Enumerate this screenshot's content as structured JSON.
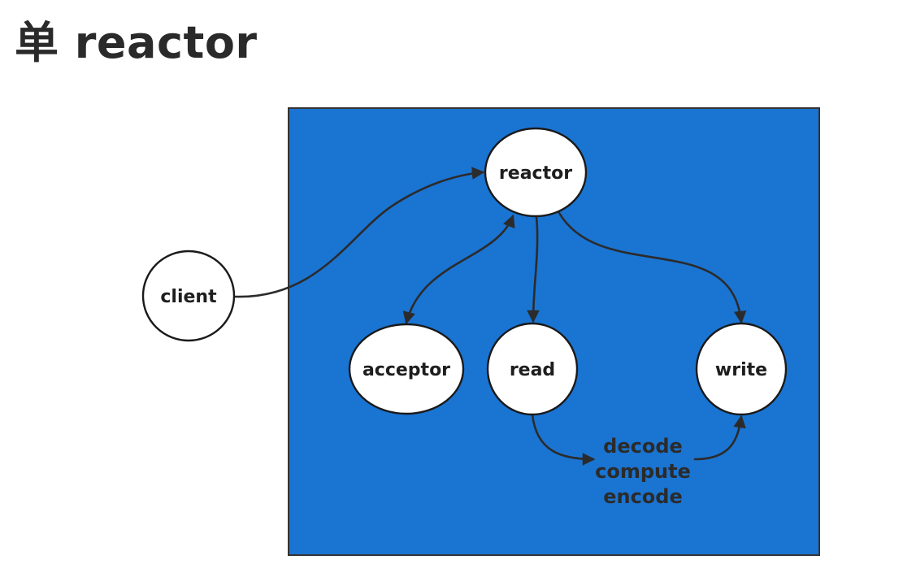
{
  "title": "单 reactor",
  "colors": {
    "container_fill": "#1a74d2",
    "container_border": "#333333",
    "node_fill": "#ffffff",
    "edge": "#2b2b2b"
  },
  "nodes": {
    "reactor": "reactor",
    "client": "client",
    "acceptor": "acceptor",
    "read": "read",
    "write": "write"
  },
  "process_steps": [
    "decode",
    "compute",
    "encode"
  ],
  "edges": [
    {
      "from": "client",
      "to": "reactor",
      "direction": "forward"
    },
    {
      "from": "reactor",
      "to": "acceptor",
      "direction": "both"
    },
    {
      "from": "reactor",
      "to": "read",
      "direction": "forward"
    },
    {
      "from": "reactor",
      "to": "write",
      "direction": "forward"
    },
    {
      "from": "read",
      "to": "process_steps",
      "direction": "forward"
    },
    {
      "from": "process_steps",
      "to": "write",
      "direction": "forward"
    }
  ]
}
